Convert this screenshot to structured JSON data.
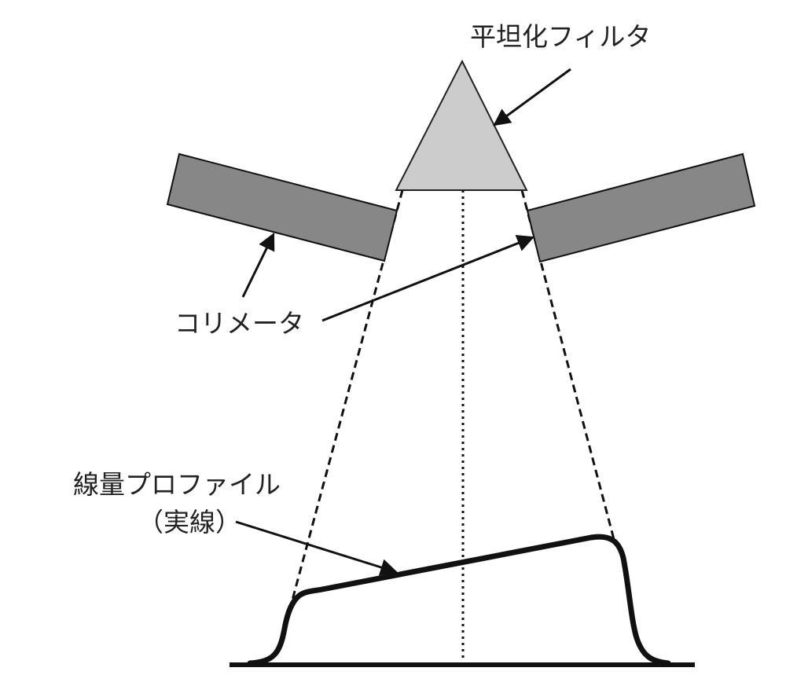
{
  "labels": {
    "flattening_filter": "平坦化フィルタ",
    "collimator": "コリメータ",
    "dose_profile_line1": "線量プロファイル",
    "dose_profile_line2": "（実線）"
  },
  "colors": {
    "filter_fill": "#cccccc",
    "collimator_fill": "#878787",
    "outline": "#111111"
  }
}
